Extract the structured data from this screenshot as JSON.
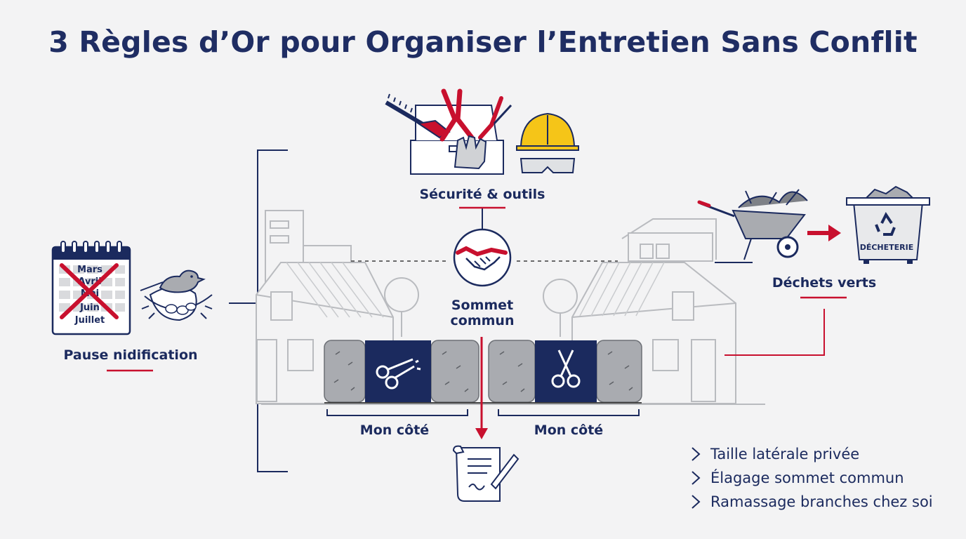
{
  "title": "3 Règles d’Or pour Organiser l’Entretien Sans Conflit",
  "rules": {
    "nesting": {
      "label": "Pause nidification",
      "months": [
        "Mars",
        "Avril",
        "Mai",
        "Juin",
        "Juillet"
      ]
    },
    "summit": {
      "safety_label": "Sécurité & outils",
      "summit_line1": "Sommet",
      "summit_line2": "commun",
      "side_left": "Mon côté",
      "side_right": "Mon côté"
    },
    "waste": {
      "label": "Déchets verts",
      "bin_label": "DÉCHETERIE"
    }
  },
  "bullets": [
    "Taille latérale privée",
    "Élagage sommet commun",
    "Ramassage branches chez soi"
  ],
  "colors": {
    "navy": "#1b2a5e",
    "red": "#c8102e",
    "grey": "#8d8f94",
    "light_grey": "#cfd1d4"
  }
}
